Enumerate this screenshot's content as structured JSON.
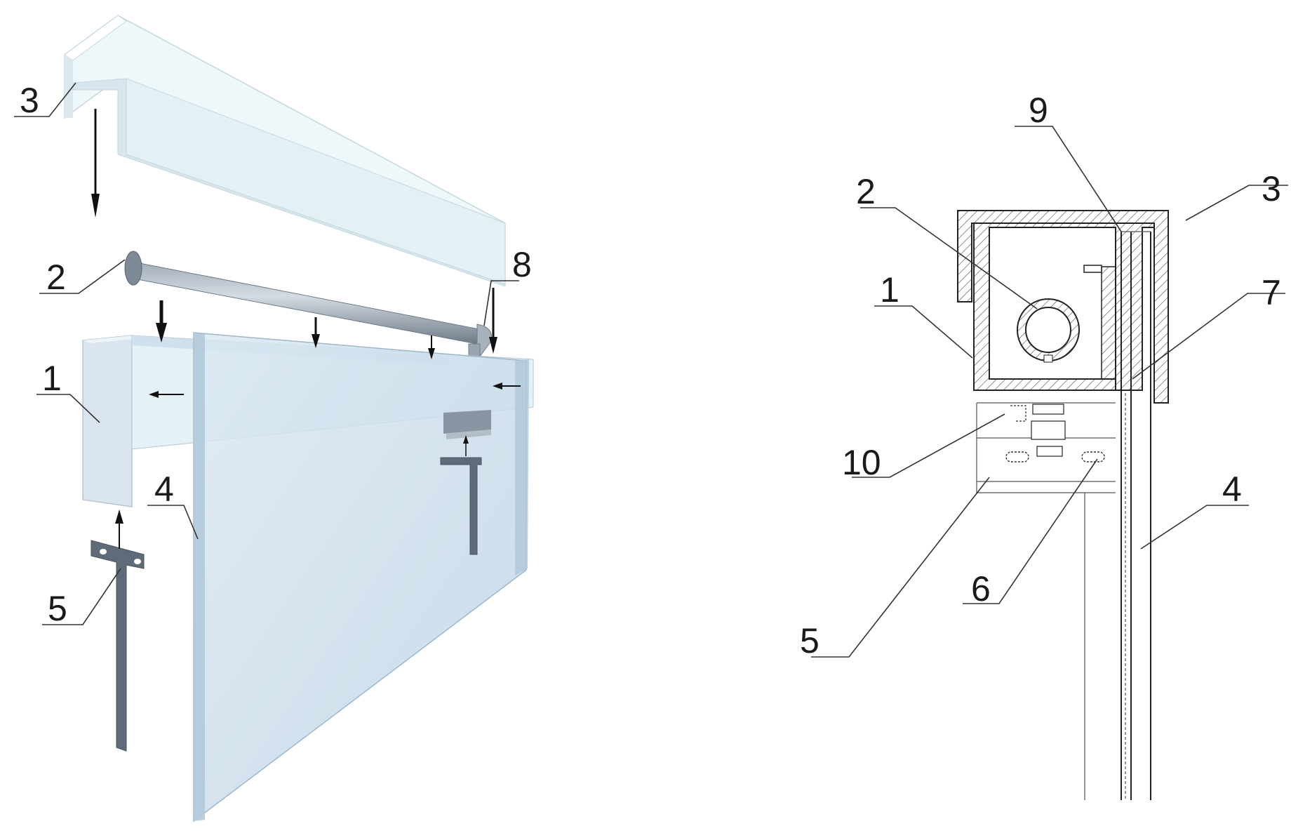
{
  "labels": {
    "left": {
      "profile_body": "1",
      "roller_tube": "2",
      "top_cover": "3",
      "glass_panel": "4",
      "mounting_bracket": "5",
      "end_stop": "8"
    },
    "right": {
      "profile_body": "1",
      "roller_tube": "2",
      "top_cover": "3",
      "glass_panel": "4",
      "mounting_bracket": "5",
      "bracket_slot": "6",
      "inner_layer": "7",
      "seal": "9",
      "fastener": "10"
    }
  },
  "colors": {
    "glass": "#c9dcea",
    "cover": "#e7f3f7",
    "profile": "#dde6ef",
    "metal": "#5f6b78",
    "hatch": "#555555"
  },
  "icons": {
    "arrows": "assembly-direction-arrow"
  }
}
